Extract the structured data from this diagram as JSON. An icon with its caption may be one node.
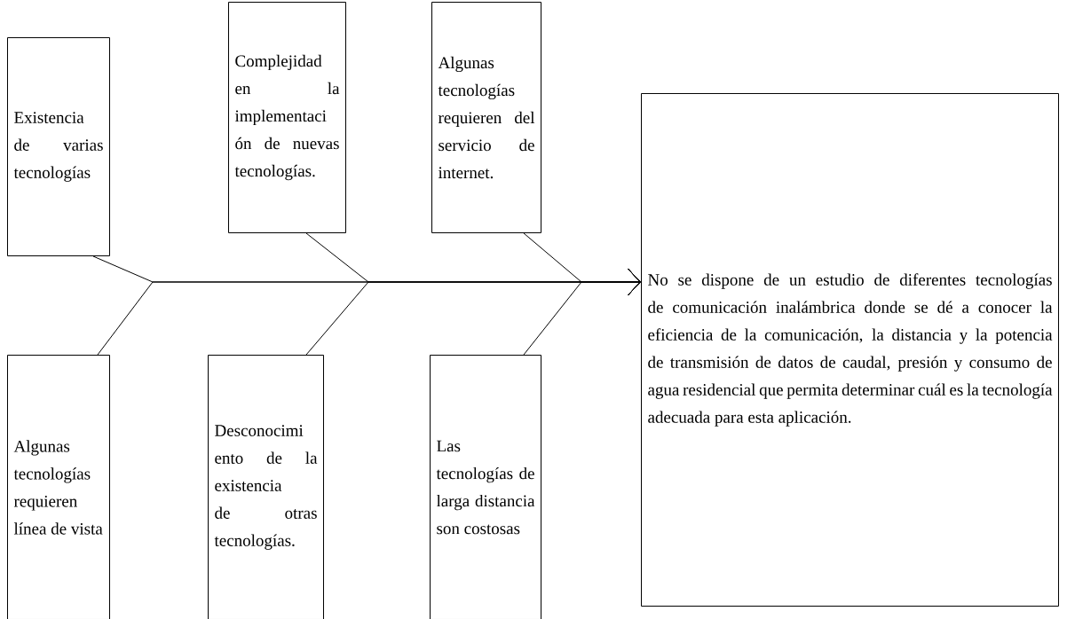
{
  "diagram": {
    "nodes": [
      {
        "text": [
          "Existencia de varias tecnologías"
        ]
      },
      {
        "text": [
          "Complejidad en la implementaci ón de nuevas tecnologías."
        ]
      },
      {
        "text": [
          "Algunas tecnologías requieren del servicio de internet."
        ]
      },
      {
        "text": [
          "Algunas tecnologías requieren línea de vista"
        ]
      },
      {
        "text": [
          "Desconocimi ento de la existencia de otras tecnologías."
        ]
      },
      {
        "text": [
          "Las tecnologías de larga distancia son costosas"
        ]
      },
      {
        "text": [
          "No se dispone de un estudio de diferentes tecnologías de comunicación inalámbrica donde se dé a conocer la eficiencia de la comunicación, la distancia y la potencia de transmisión de datos de caudal, presión y consumo de agua residencial que permita determinar cuál es la tecnología adecuada para esta aplicación."
        ]
      }
    ],
    "edges": [
      {
        "from": 0,
        "to": 6,
        "arrow": "to"
      },
      {
        "from": 1,
        "to": 6,
        "arrow": "to"
      },
      {
        "from": 2,
        "to": 6,
        "arrow": "to"
      },
      {
        "from": 3,
        "to": 6,
        "arrow": "to"
      },
      {
        "from": 4,
        "to": 6,
        "arrow": "to"
      },
      {
        "from": 5,
        "to": 6,
        "arrow": "to"
      }
    ]
  }
}
